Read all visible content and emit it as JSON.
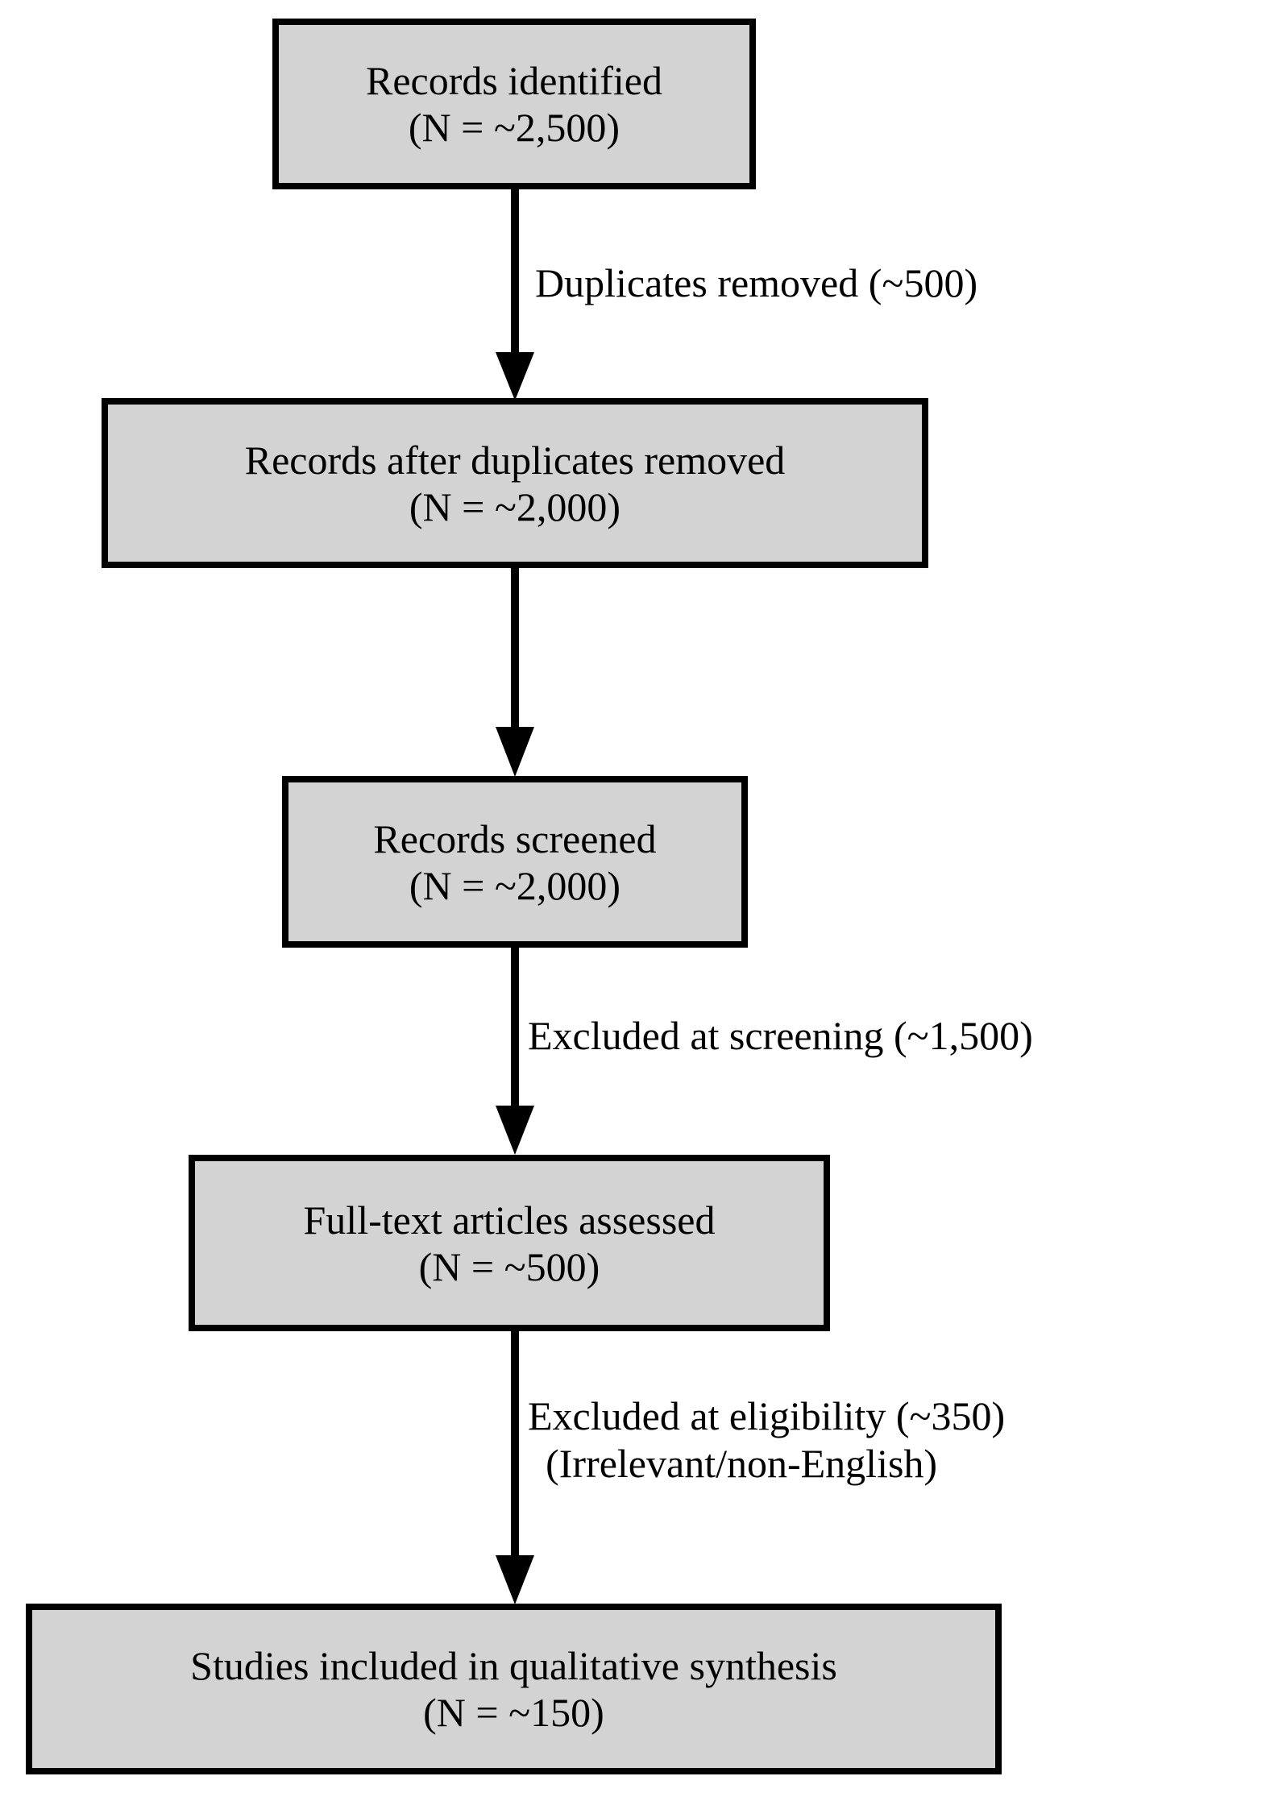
{
  "diagram": {
    "type": "prisma-flow-diagram",
    "colors": {
      "box_fill": "#d3d3d3",
      "box_border": "#000000",
      "text": "#000000",
      "arrow": "#000000",
      "background": "#ffffff"
    },
    "nodes": [
      {
        "id": "identified",
        "line1": "Records identified",
        "line2": "(N = ~2,500)",
        "count": 2500,
        "approximate": true
      },
      {
        "id": "after-duplicates",
        "line1": "Records after duplicates removed",
        "line2": "(N = ~2,000)",
        "count": 2000,
        "approximate": true
      },
      {
        "id": "screened",
        "line1": "Records screened",
        "line2": "(N = ~2,000)",
        "count": 2000,
        "approximate": true
      },
      {
        "id": "fulltext",
        "line1": "Full-text articles assessed",
        "line2": "(N = ~500)",
        "count": 500,
        "approximate": true
      },
      {
        "id": "included",
        "line1": "Studies included in qualitative synthesis",
        "line2": "(N = ~150)",
        "count": 150,
        "approximate": true
      }
    ],
    "edges": [
      {
        "id": "duplicates",
        "from": "identified",
        "to": "after-duplicates",
        "label": "Duplicates removed (~500)",
        "excluded_count": 500
      },
      {
        "id": "to-screened",
        "from": "after-duplicates",
        "to": "screened",
        "label": ""
      },
      {
        "id": "screening",
        "from": "screened",
        "to": "fulltext",
        "label": "Excluded at screening (~1,500)",
        "excluded_count": 1500
      },
      {
        "id": "eligibility",
        "from": "fulltext",
        "to": "included",
        "label_line1": "Excluded at eligibility (~350)",
        "label_line2": "(Irrelevant/non-English)",
        "excluded_count": 350
      }
    ]
  }
}
